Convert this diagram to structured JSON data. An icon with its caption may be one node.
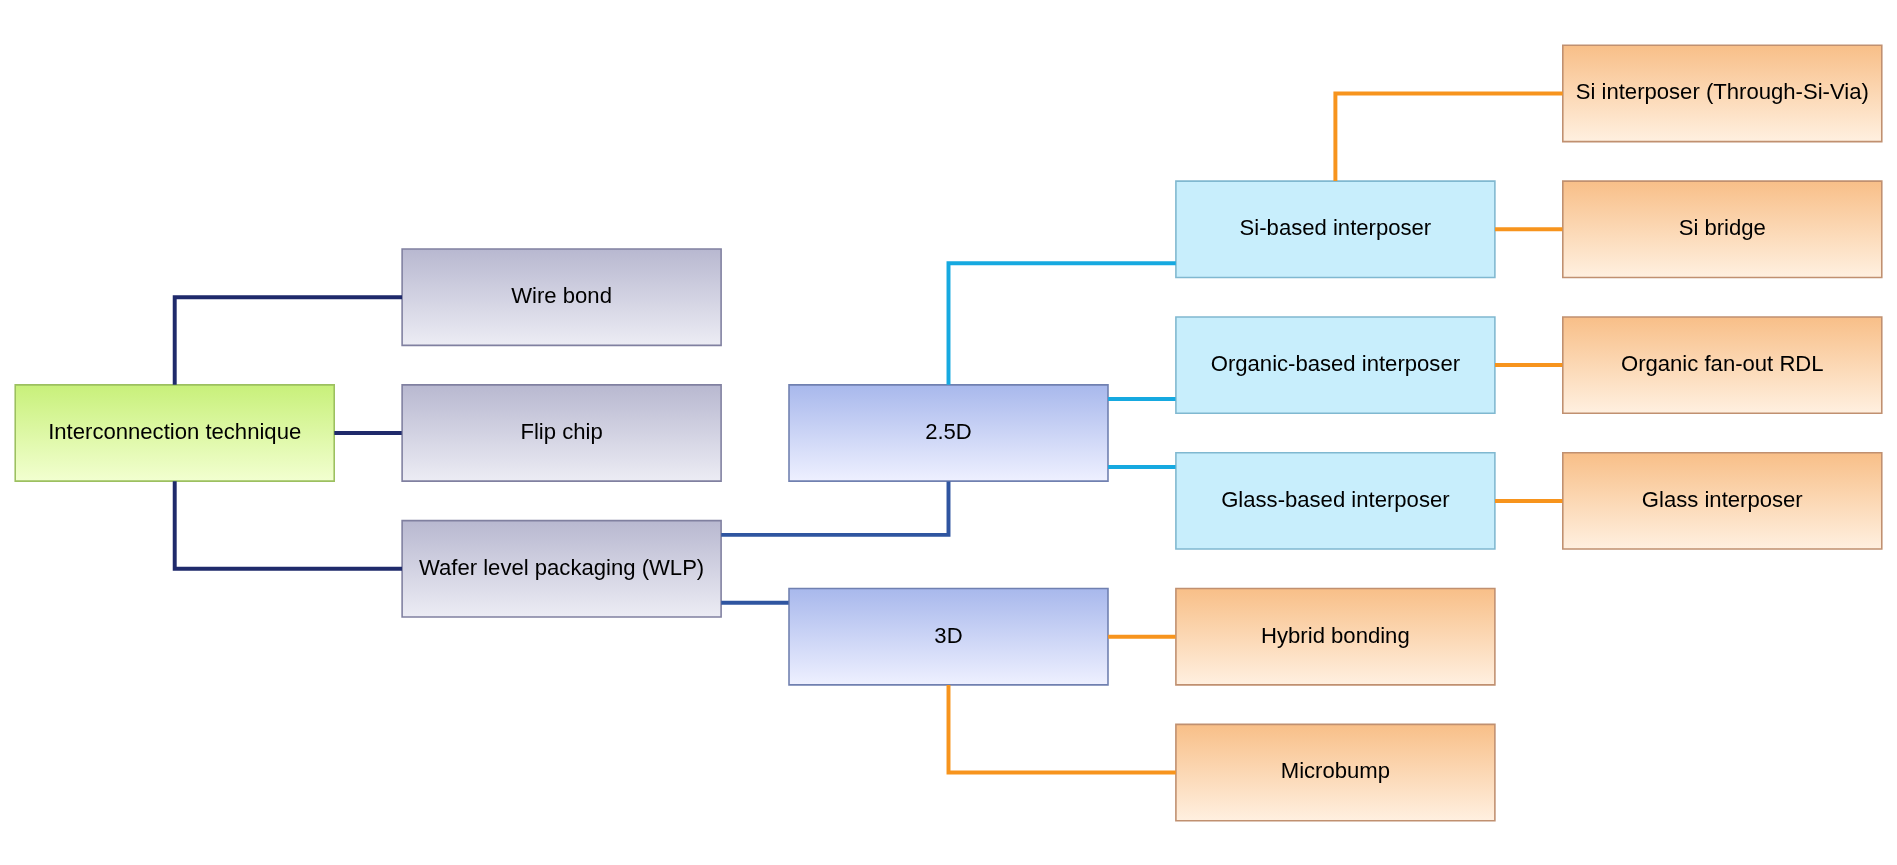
{
  "diagram": {
    "nodes": [
      {
        "text": [
          "Interconnection technique"
        ]
      },
      {
        "text": [
          "Wire bond"
        ]
      },
      {
        "text": [
          "Flip chip"
        ]
      },
      {
        "text": [
          "Wafer level packaging (WLP)"
        ]
      },
      {
        "text": [
          "2.5D"
        ]
      },
      {
        "text": [
          "3D"
        ]
      },
      {
        "text": [
          "Si-based interposer"
        ]
      },
      {
        "text": [
          "Organic-based interposer"
        ]
      },
      {
        "text": [
          "Glass-based interposer"
        ]
      },
      {
        "text": [
          "Si interposer (Through-Si-Via)"
        ]
      },
      {
        "text": [
          "Si bridge"
        ]
      },
      {
        "text": [
          "Organic fan-out RDL"
        ]
      },
      {
        "text": [
          "Glass interposer"
        ]
      },
      {
        "text": [
          "Hybrid bonding"
        ]
      },
      {
        "text": [
          "Microbump"
        ]
      }
    ],
    "edges": [
      {
        "from": 0,
        "to": 1,
        "arrow": "none",
        "color": "#1f2a6b"
      },
      {
        "from": 0,
        "to": 2,
        "arrow": "none",
        "color": "#1f2a6b"
      },
      {
        "from": 0,
        "to": 3,
        "arrow": "none",
        "color": "#1f2a6b"
      },
      {
        "from": 3,
        "to": 4,
        "arrow": "none",
        "color": "#2f55a0"
      },
      {
        "from": 3,
        "to": 5,
        "arrow": "none",
        "color": "#2f55a0"
      },
      {
        "from": 4,
        "to": 6,
        "arrow": "none",
        "color": "#16a9e0"
      },
      {
        "from": 4,
        "to": 7,
        "arrow": "none",
        "color": "#16a9e0"
      },
      {
        "from": 4,
        "to": 8,
        "arrow": "none",
        "color": "#16a9e0"
      },
      {
        "from": 6,
        "to": 9,
        "arrow": "none"
      },
      {
        "from": 6,
        "to": 10,
        "arrow": "none"
      },
      {
        "from": 7,
        "to": 11,
        "arrow": "none"
      },
      {
        "from": 8,
        "to": 12,
        "arrow": "none"
      },
      {
        "from": 5,
        "to": 13,
        "arrow": "none"
      },
      {
        "from": 5,
        "to": 14,
        "arrow": "none"
      }
    ]
  }
}
